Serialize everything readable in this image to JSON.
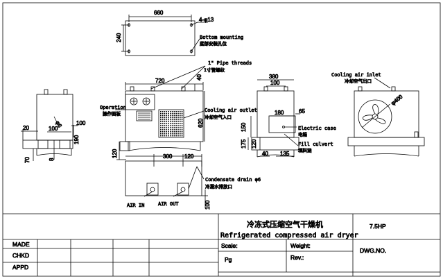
{
  "front_view": {
    "width_top": "720",
    "depth_40": "40",
    "height_620": "620",
    "base_120": "120",
    "operation_panel_en": "Operation",
    "operation_panel_cn": "操作面板",
    "cooling_outlet_en": "Cooling air outlet",
    "cooling_outlet_cn": "冷却空气入口"
  },
  "bottom_mounting": {
    "width": "660",
    "height": "240",
    "holes": "4-φ13",
    "label_en": "Bottom mounting",
    "label_cn": "底部安装孔位"
  },
  "pipe_threads": {
    "label_en": "1\" Pipe threads",
    "label_cn": "1寸管螺纹"
  },
  "left_view": {
    "d20": "20",
    "d100a": "100",
    "d100b": "100",
    "phi": "φ6",
    "d190": "190",
    "d70": "70",
    "d8": "8"
  },
  "side_view": {
    "d380": "380",
    "d100": "100",
    "d180": "180",
    "d65": "65",
    "d150": "150",
    "d175": "175",
    "d120": "120",
    "d40": "40",
    "d135": "135",
    "electric_case_en": "Electric case",
    "electric_case_cn": "电箱",
    "fill_culvert_en": "Fill culvert",
    "fill_culvert_cn": "填料涵"
  },
  "right_view": {
    "cooling_inlet_en": "Cooling air inlet",
    "cooling_inlet_cn": "冷却空气出口",
    "fan_dia": "φ400"
  },
  "bottom_view": {
    "d300": "300",
    "d120": "120",
    "d100": "100",
    "condensate_en": "Condensate drain φ6",
    "condensate_cn": "冷凝水排放口",
    "air_in": "AIR IN",
    "air_out": "AIR OUT"
  },
  "title_block": {
    "title_cn": "冷冻式压缩空气干燥机",
    "title_en": "Refrigerated compressed air dryer",
    "model": "7.5HP",
    "scale_label": "Scale:",
    "weight_label": "Weight:",
    "dwg_label": "DWG.NO.",
    "pg_label": "Pg",
    "rev_label": "Rev.:",
    "made": "MADE",
    "chkd": "CHKD",
    "appd": "APPD"
  }
}
